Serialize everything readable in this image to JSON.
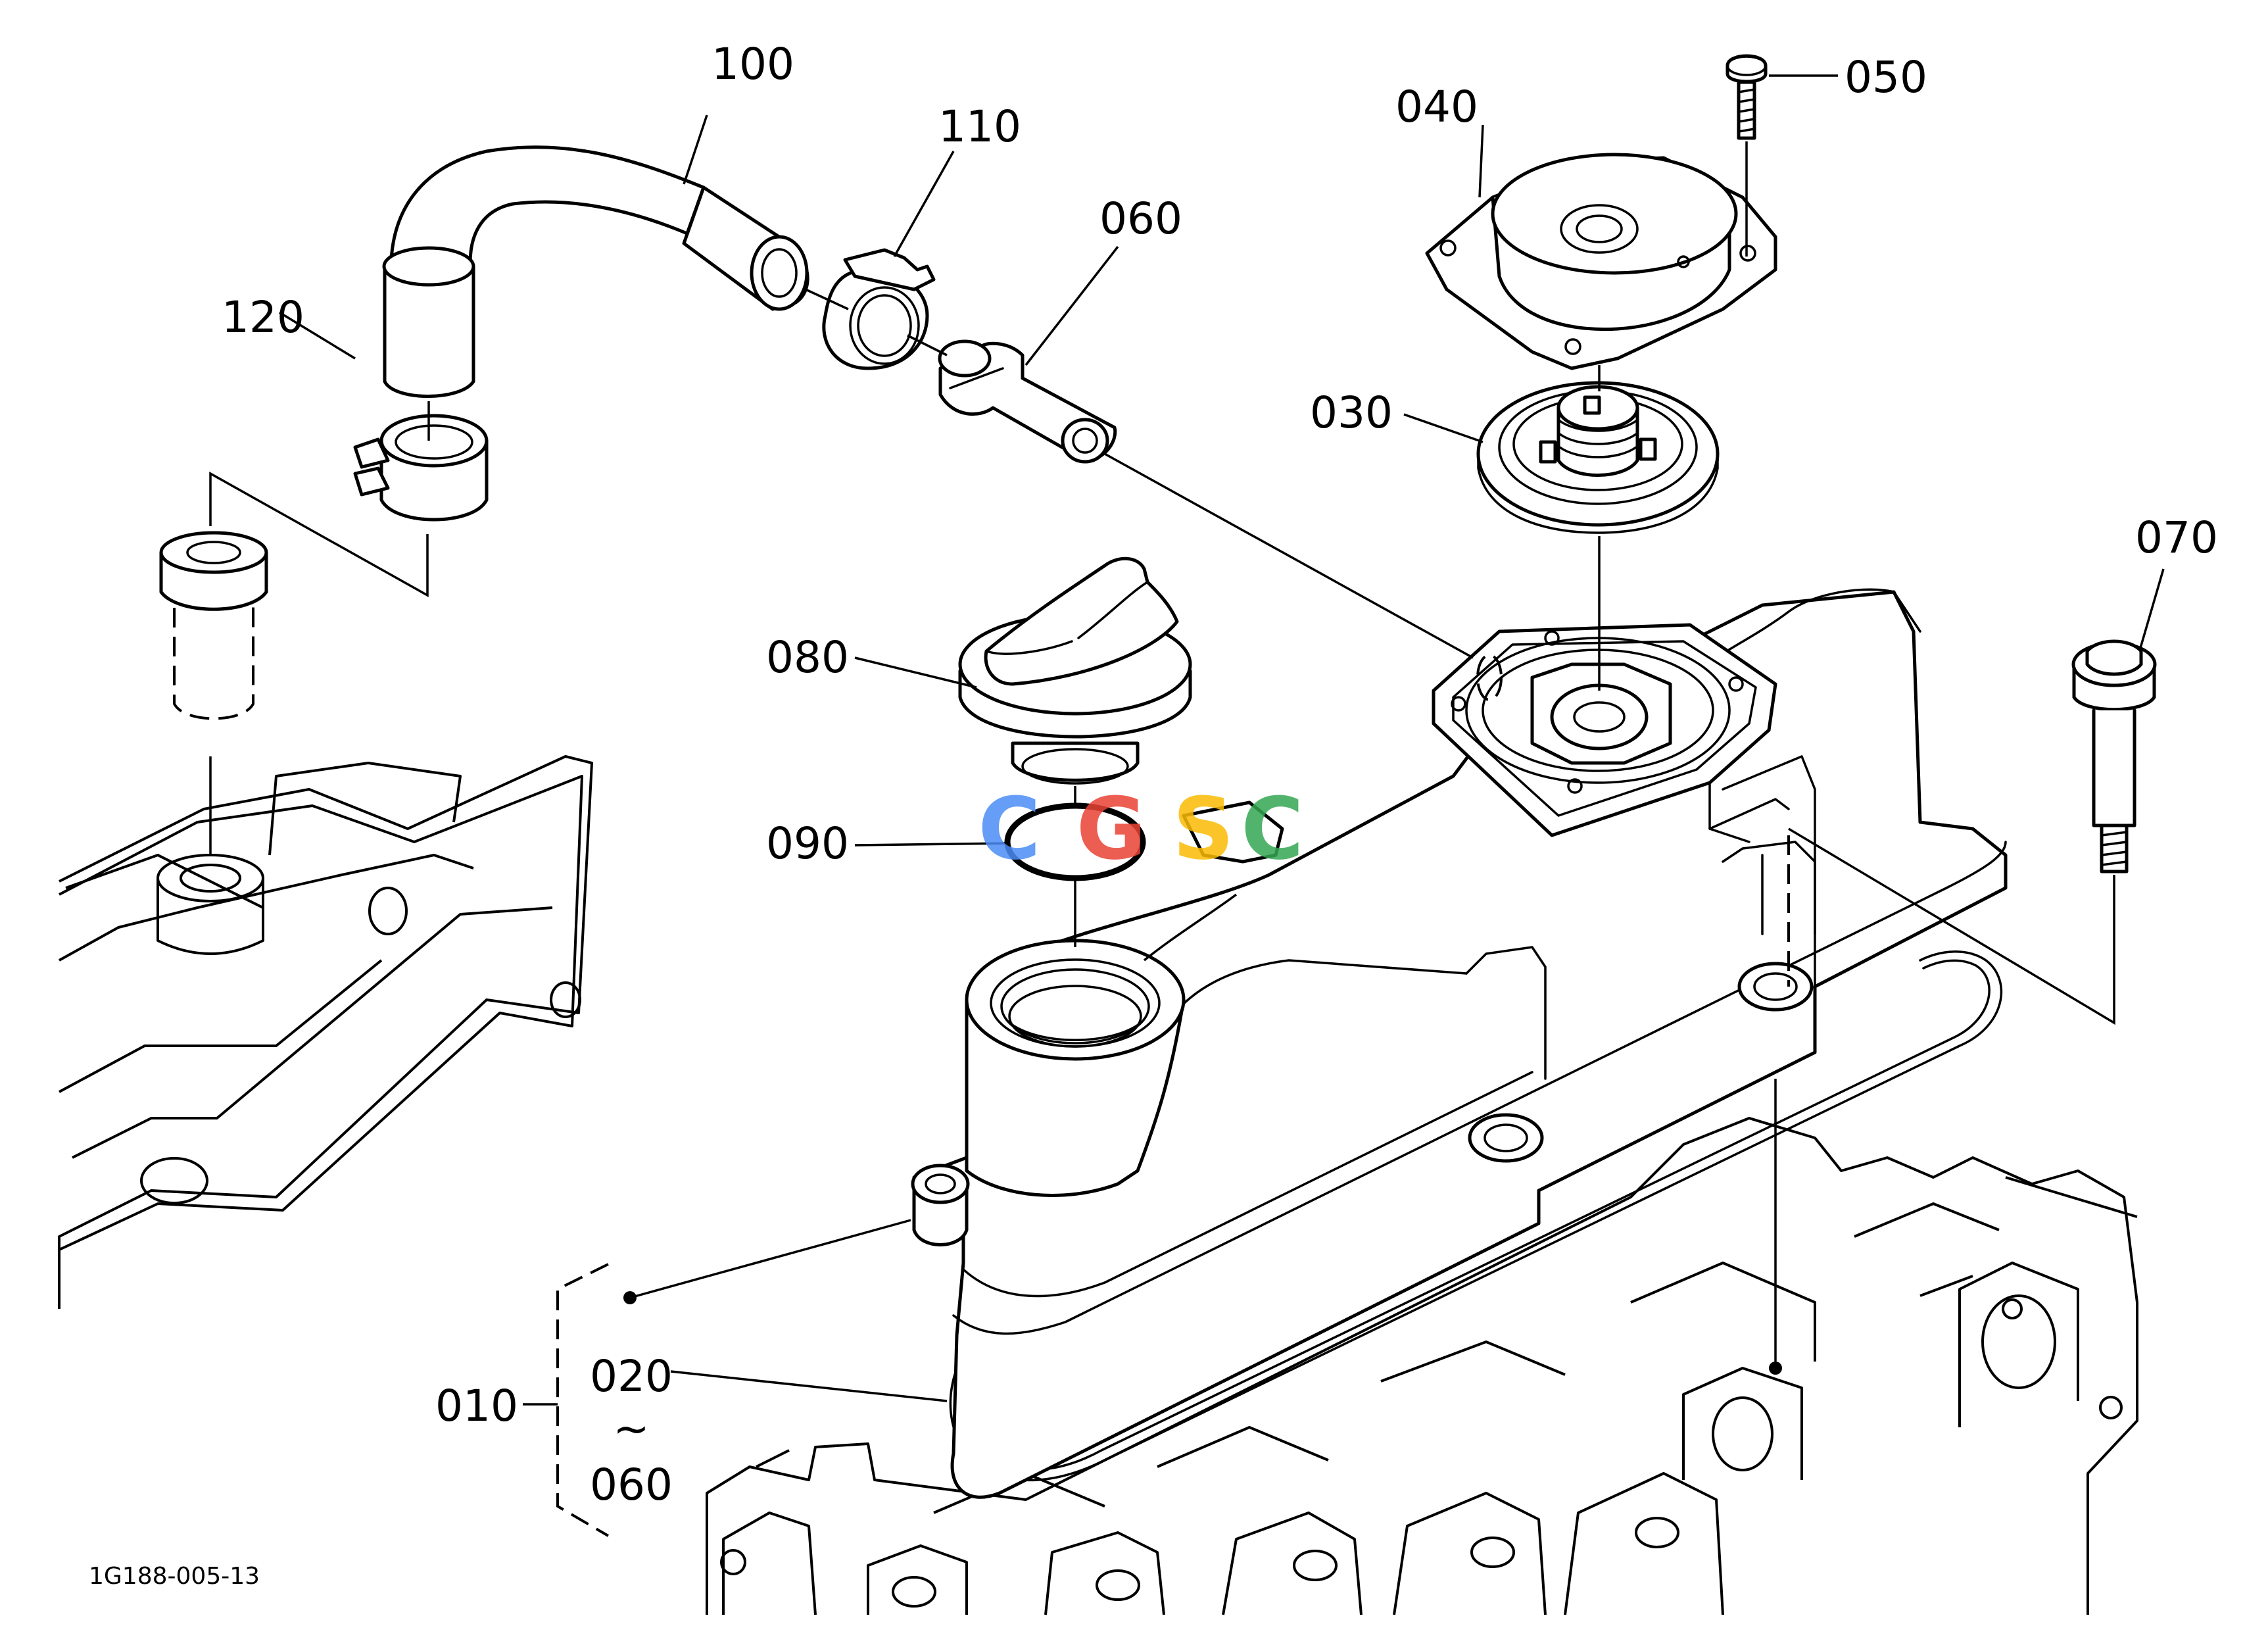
{
  "callouts": {
    "c010": "010",
    "c020": "020",
    "tilde": "~",
    "c060b": "060",
    "c030": "030",
    "c040": "040",
    "c050": "050",
    "c060": "060",
    "c070": "070",
    "c080": "080",
    "c090": "090",
    "c100": "100",
    "c110": "110",
    "c120": "120"
  },
  "figure_ref": "1G188-005-13",
  "watermark": {
    "letters": [
      "C",
      "G",
      "S",
      "C"
    ],
    "colors": [
      "#4c8df6",
      "#ea4335",
      "#fbbc05",
      "#34a853"
    ]
  },
  "icons": {
    "o_ring": "o-ring-090",
    "oil_cap": "oil-filler-cap-080",
    "cover": "cylinder-head-cover-010"
  }
}
